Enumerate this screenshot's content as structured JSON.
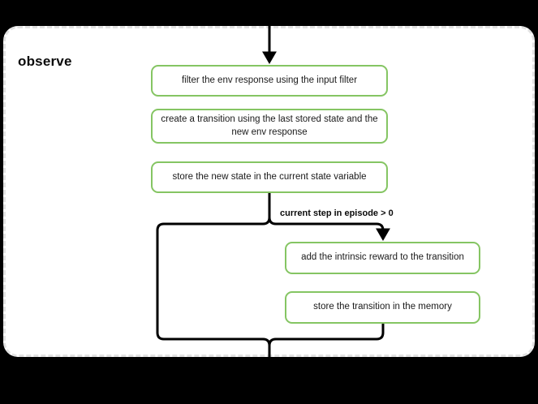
{
  "diagram": {
    "type": "flowchart",
    "background_color": "#000000",
    "container": {
      "label": "observe",
      "border_style": "dashed",
      "border_color": "#e2e2e2",
      "fill_color": "#ffffff"
    },
    "node_style": {
      "border_color": "#85c563",
      "fill_color": "#ffffff",
      "text_color": "#1a1a1a"
    },
    "nodes": [
      {
        "id": "filter",
        "label": "filter the env response using the input filter"
      },
      {
        "id": "transition",
        "label": "create a transition using the last stored state and the new env response"
      },
      {
        "id": "store_state",
        "label": "store the new state in the current state variable"
      },
      {
        "id": "intrinsic",
        "label": "add the intrinsic reward to the transition"
      },
      {
        "id": "memory",
        "label": "store the transition in the memory"
      }
    ],
    "edges": [
      {
        "from": "entry",
        "to": "filter",
        "label": ""
      },
      {
        "from": "store_state",
        "to": "intrinsic",
        "label": "current step in episode > 0"
      },
      {
        "from": "memory",
        "to": "exit",
        "label": ""
      },
      {
        "from": "store_state",
        "to": "exit",
        "label": ""
      }
    ],
    "branch_label": "current step in episode > 0"
  }
}
